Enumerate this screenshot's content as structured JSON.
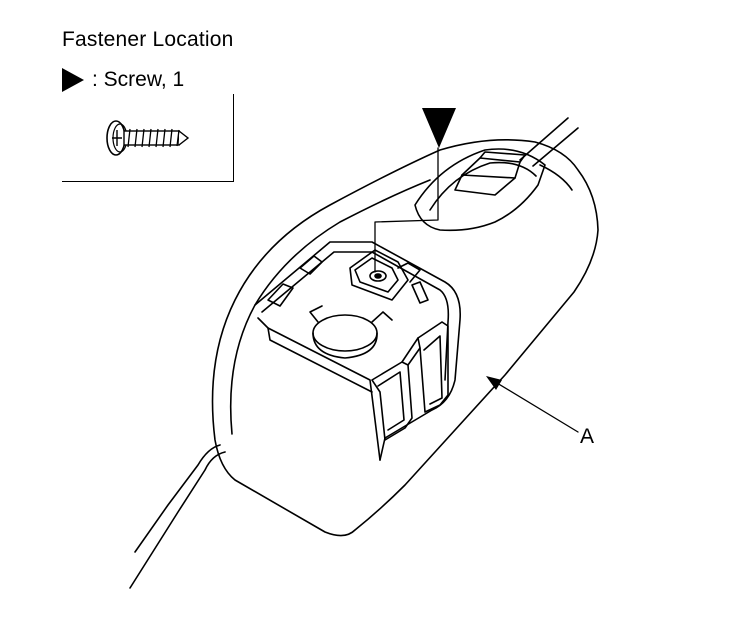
{
  "legend": {
    "title": "Fastener Location",
    "symbol_icon": "filled-triangle-right",
    "item_label": ": Screw, 1"
  },
  "callouts": {
    "part_A": "A"
  },
  "colors": {
    "ink": "#000000",
    "background": "#ffffff"
  }
}
